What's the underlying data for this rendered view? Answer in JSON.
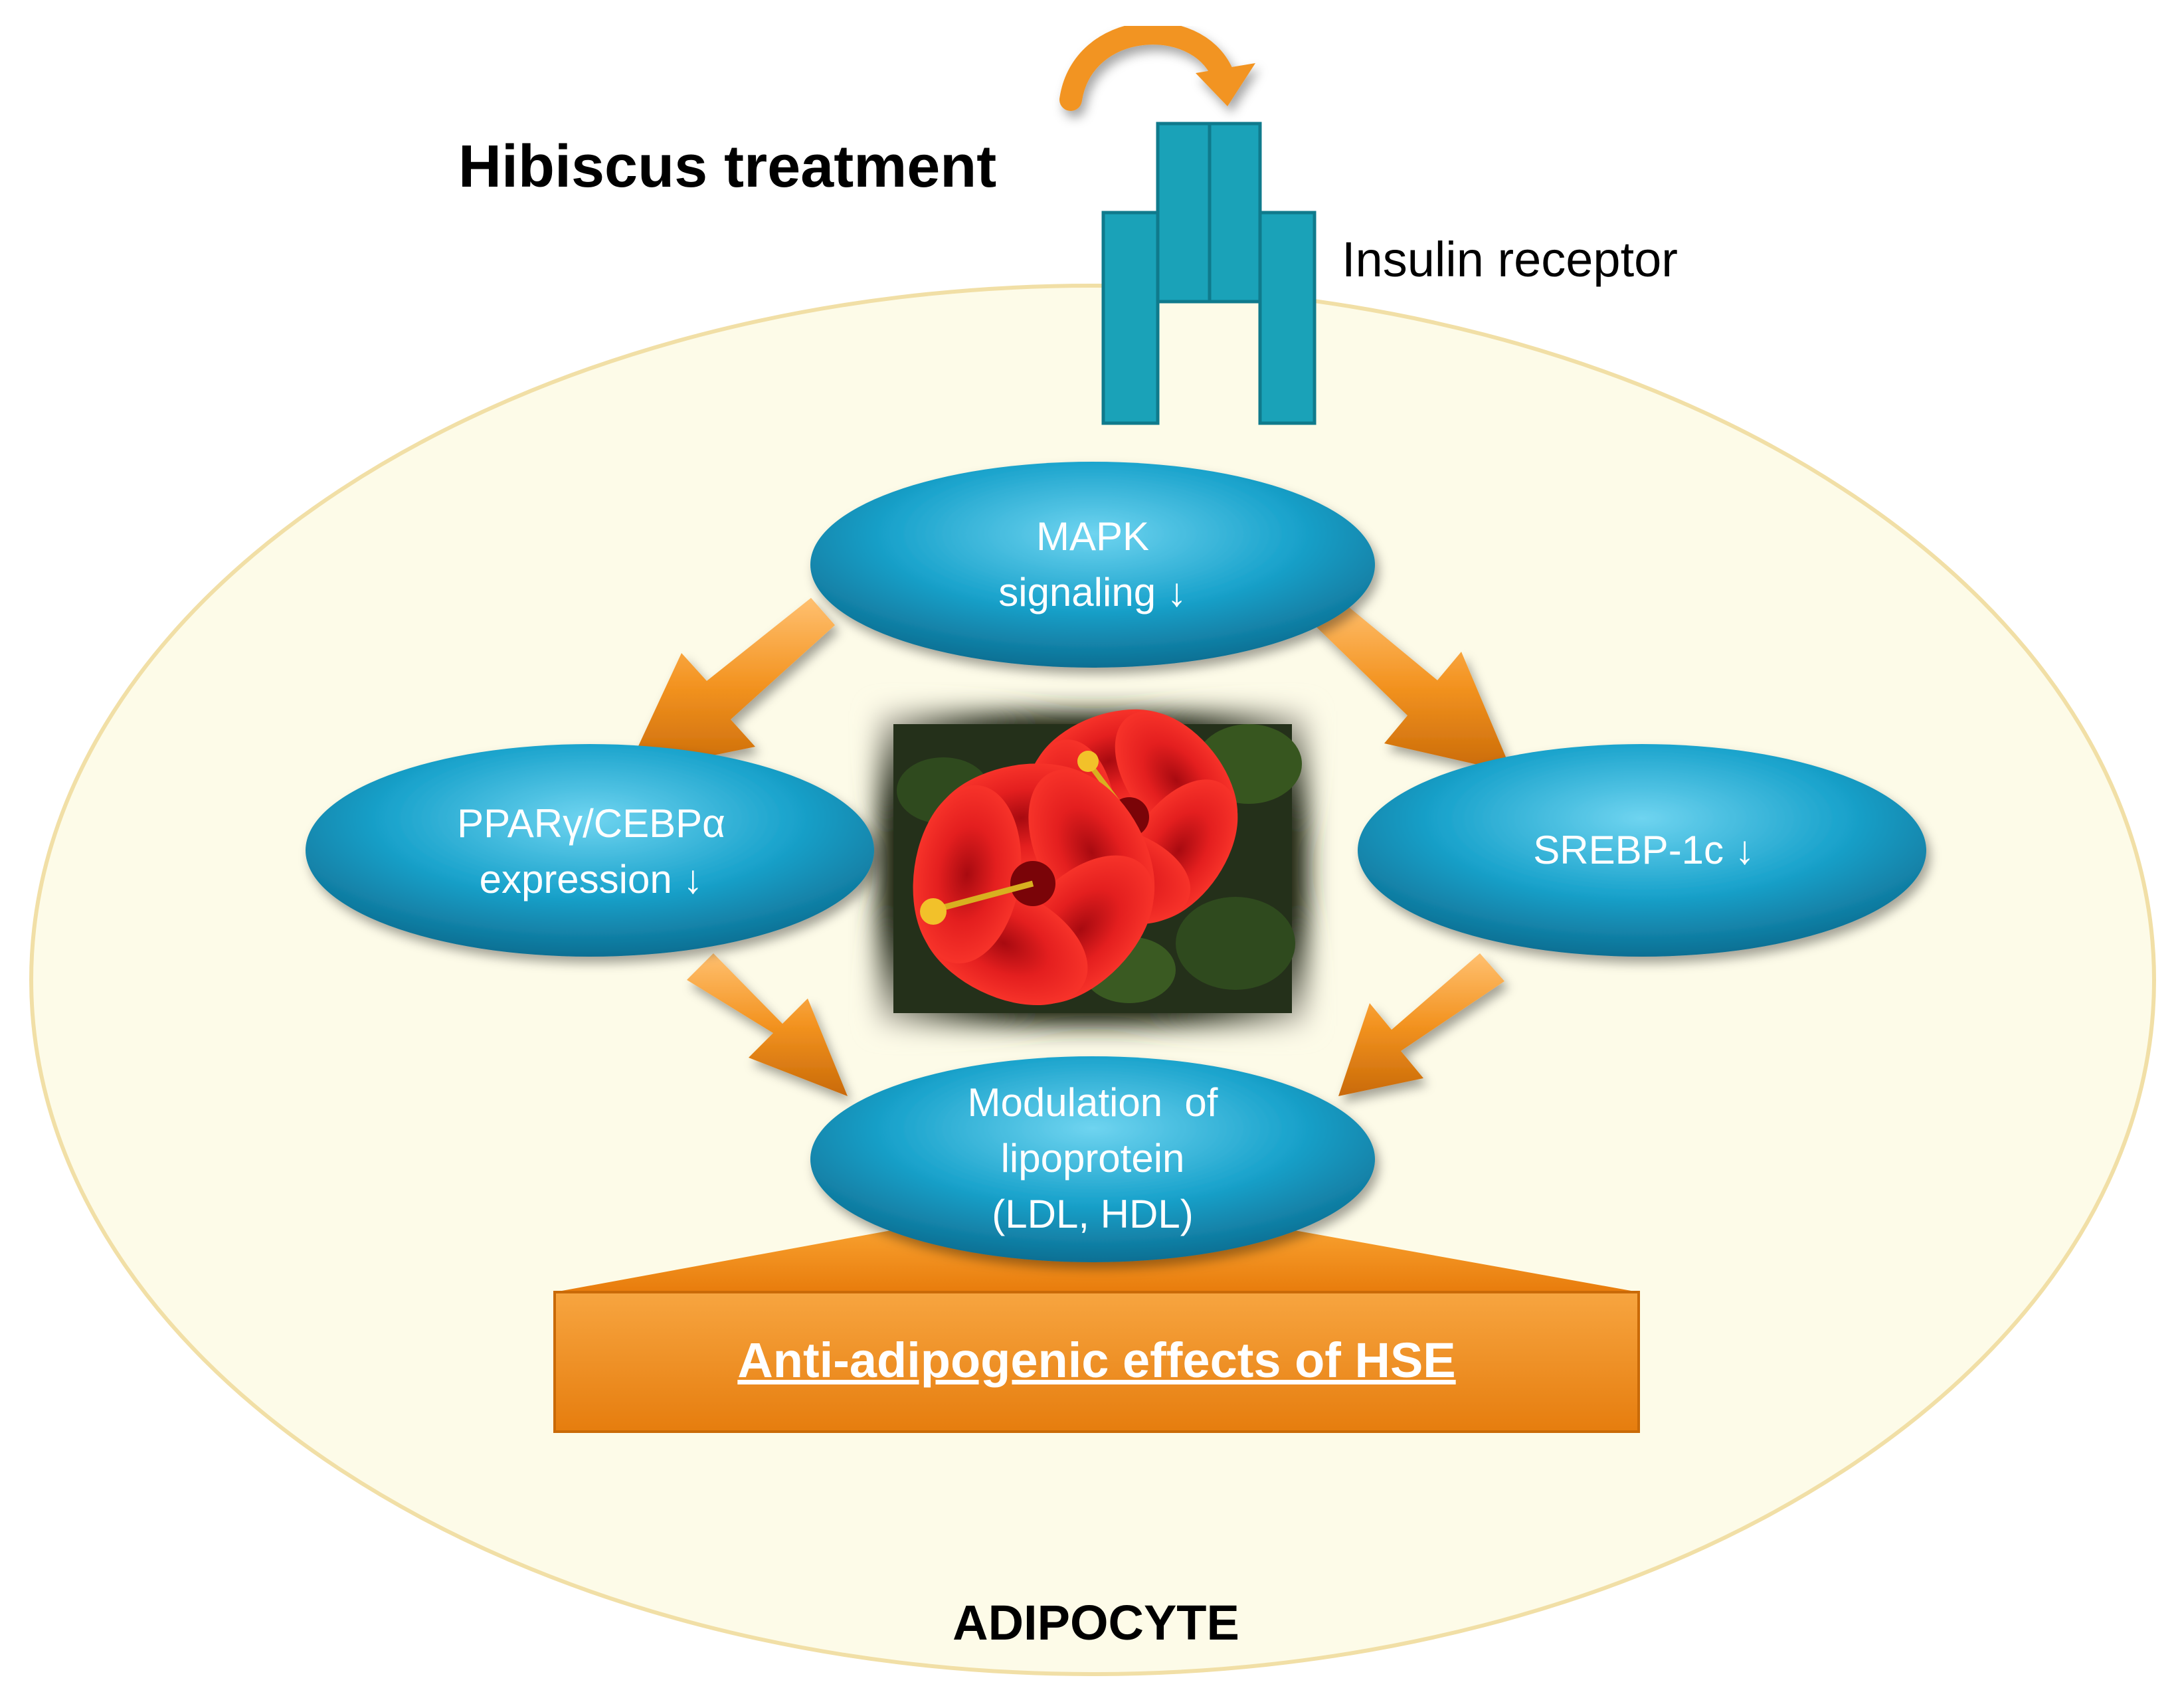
{
  "header": {
    "treatment_label": "Hibiscus treatment",
    "receptor_label": "Insulin receptor"
  },
  "nodes": {
    "mapk": {
      "line1": "MAPK",
      "line2": "signaling ↓"
    },
    "ppar": {
      "line1": "PPARγ/CEBPα",
      "line2": "expression ↓"
    },
    "srebp": {
      "line1": "SREBP-1c ↓"
    },
    "modulation": {
      "line1": "Modulation  of",
      "line2": "lipoprotein",
      "line3": "(LDL, HDL)"
    }
  },
  "effect": {
    "label": "Anti-adipogenic effects of HSE"
  },
  "cell": {
    "label": "ADIPOCYTE"
  },
  "colors": {
    "cell_fill": "#fdfbe8",
    "cell_border": "#f1dfa6",
    "receptor": "#1aa2b8",
    "node": "#1598c4",
    "arrow": "#f0901c",
    "effect_box": "#ef8a18",
    "flower": "#e41f1f"
  }
}
